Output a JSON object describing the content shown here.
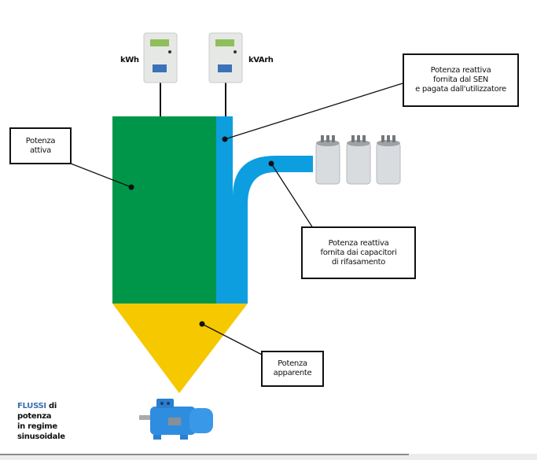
{
  "colors": {
    "active_power": "#00964a",
    "reactive_power": "#0d9ee0",
    "apparent_power": "#f5c800",
    "caption_accent": "#3a6fb0",
    "border": "#111111"
  },
  "meters": [
    {
      "unit": "kWh",
      "icon": "energy-meter-icon"
    },
    {
      "unit": "kVArh",
      "icon": "energy-meter-icon"
    }
  ],
  "labels": {
    "active_power": "Potenza\nattiva",
    "reactive_sen": "Potenza reattiva\nfornita dal SEN\ne pagata dall'utilizzatore",
    "reactive_capacitors": "Potenza reattiva\nfornita dai capacitori\ndi rifasamento",
    "apparent_power": "Potenza\napparente"
  },
  "caption": {
    "highlight": "FLUSSI",
    "line1_rest": " di",
    "line2": "potenza",
    "line3": "in regime",
    "line4": "sinusoidale"
  },
  "images": {
    "capacitors": "capacitor-icon",
    "motor": "electric-motor-icon"
  }
}
